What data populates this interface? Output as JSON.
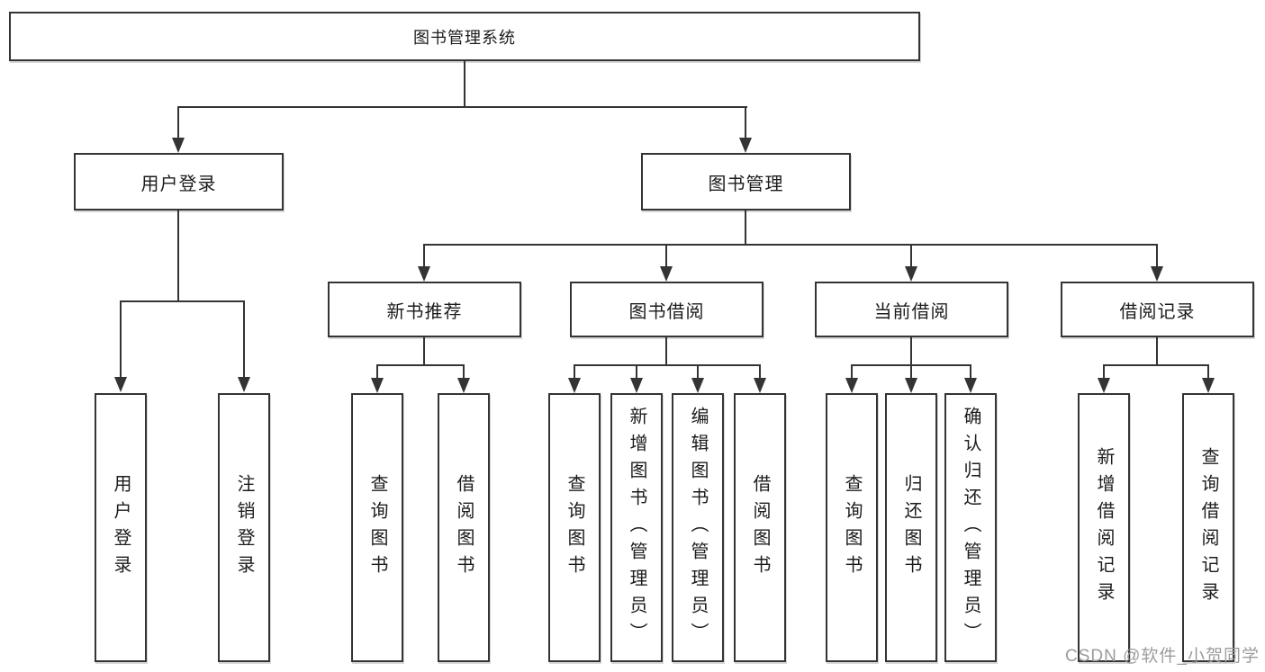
{
  "colors": {
    "line": "#343434",
    "box_border": "#343434",
    "box_fill": "#ffffff",
    "text": "#1c1c1c",
    "watermark": "#9c9c9c",
    "background": "#ffffff"
  },
  "watermark": {
    "text": "CSDN @软件_小贺同学"
  },
  "diagram": {
    "root": {
      "label": "图书管理系统"
    },
    "branches": [
      {
        "label": "用户登录",
        "children": [
          {
            "label": "用户登录"
          },
          {
            "label": "注销登录"
          }
        ]
      },
      {
        "label": "图书管理",
        "children": [
          {
            "label": "新书推荐",
            "children": [
              {
                "label": "查询图书"
              },
              {
                "label": "借阅图书"
              }
            ]
          },
          {
            "label": "图书借阅",
            "children": [
              {
                "label": "查询图书"
              },
              {
                "label": "新增图书（管理员）"
              },
              {
                "label": "编辑图书（管理员）"
              },
              {
                "label": "借阅图书"
              }
            ]
          },
          {
            "label": "当前借阅",
            "children": [
              {
                "label": "查询图书"
              },
              {
                "label": "归还图书"
              },
              {
                "label": "确认归还（管理员）"
              }
            ]
          },
          {
            "label": "借阅记录",
            "children": [
              {
                "label": "新增借阅记录"
              },
              {
                "label": "查询借阅记录"
              }
            ]
          }
        ]
      }
    ]
  }
}
